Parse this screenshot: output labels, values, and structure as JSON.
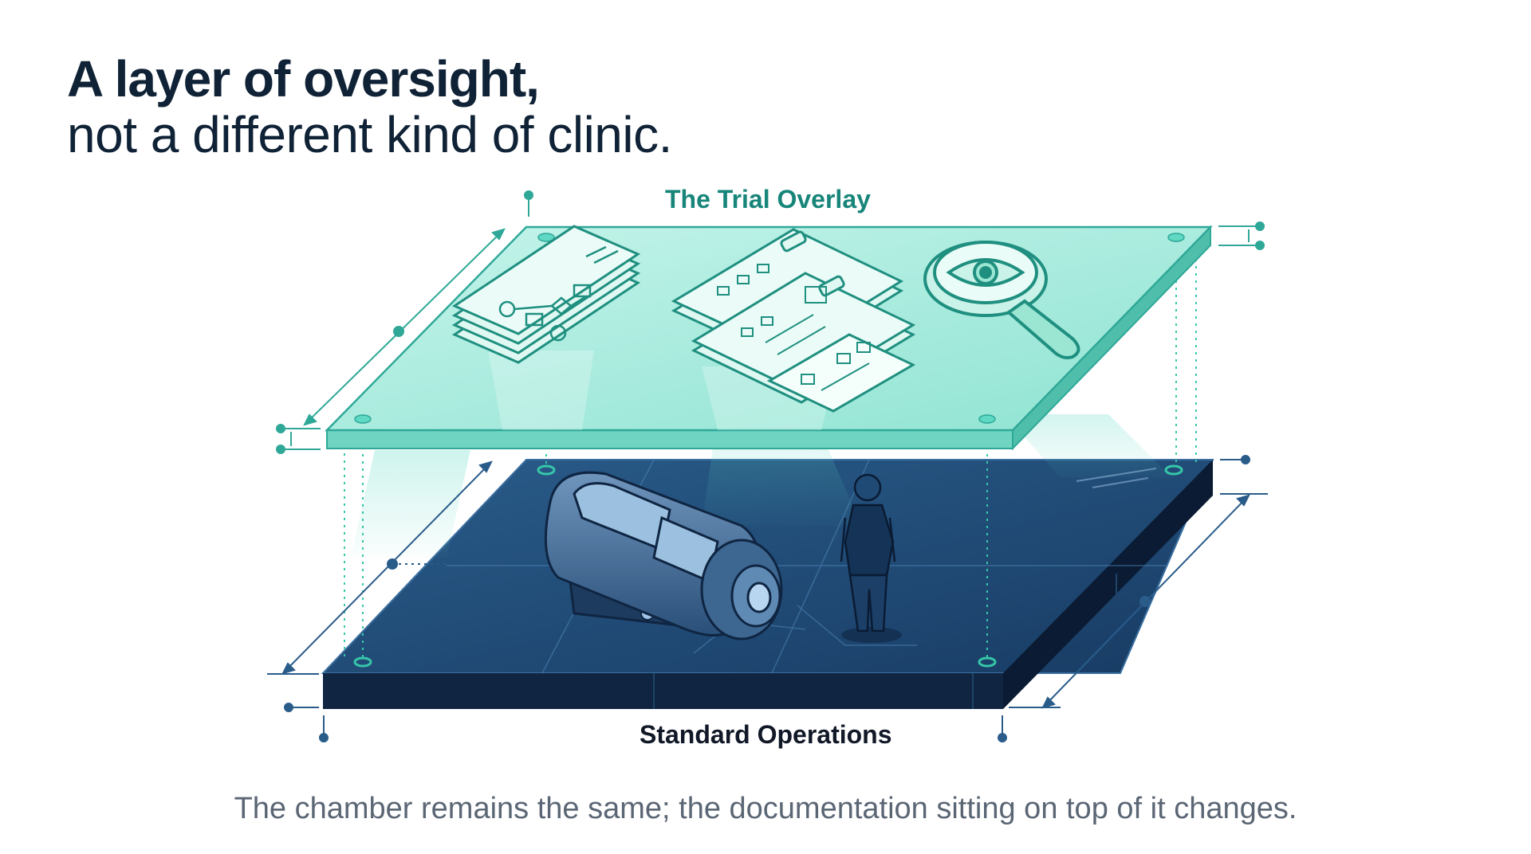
{
  "slide": {
    "title_bold": "A layer of oversight,",
    "title_regular": "not a different kind of clinic.",
    "caption": "The chamber remains the same; the documentation sitting on top of it changes."
  },
  "diagram": {
    "top_layer_label": "The Trial Overlay",
    "bottom_layer_label": "Standard Operations",
    "top_layer_items": [
      "flowchart-documents-icon",
      "clipboard-forms-icon",
      "magnifying-glass-eye-icon"
    ],
    "bottom_layer_items": [
      "hyperbaric-chamber-icon",
      "clinician-figure-icon"
    ]
  },
  "colors": {
    "title": "#0f2236",
    "top_label": "#17857a",
    "overlay_fill": "#a8ecdf",
    "overlay_edge": "#2fa898",
    "base_fill": "#1f4a75",
    "base_side": "#0f2542",
    "caption": "#5b6675"
  }
}
